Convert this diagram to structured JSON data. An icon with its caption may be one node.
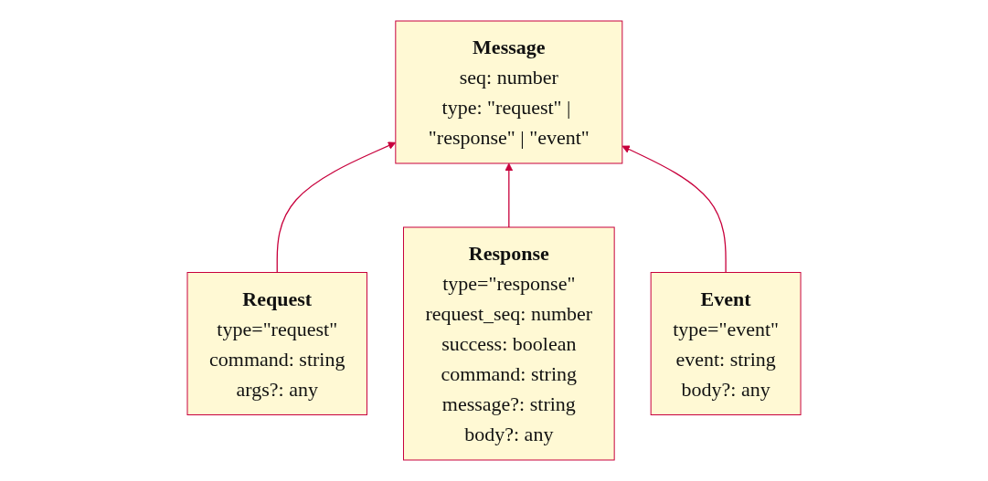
{
  "diagram": {
    "nodes": [
      {
        "text": [
          "Message",
          "seq: number",
          "type: \"request\" | \"response\" | \"event\""
        ]
      },
      {
        "text": [
          "Request",
          "type=\"request\"",
          "command: string",
          "args?: any"
        ]
      },
      {
        "text": [
          "Response",
          "type=\"response\"",
          "request_seq: number",
          "success: boolean",
          "command: string",
          "message?: string",
          "body?: any"
        ]
      },
      {
        "text": [
          "Event",
          "type=\"event\"",
          "event: string",
          "body?: any"
        ]
      }
    ],
    "edges": [
      {
        "from": 1,
        "to": 0,
        "arrow": "to"
      },
      {
        "from": 2,
        "to": 0,
        "arrow": "to"
      },
      {
        "from": 3,
        "to": 0,
        "arrow": "to"
      }
    ]
  }
}
